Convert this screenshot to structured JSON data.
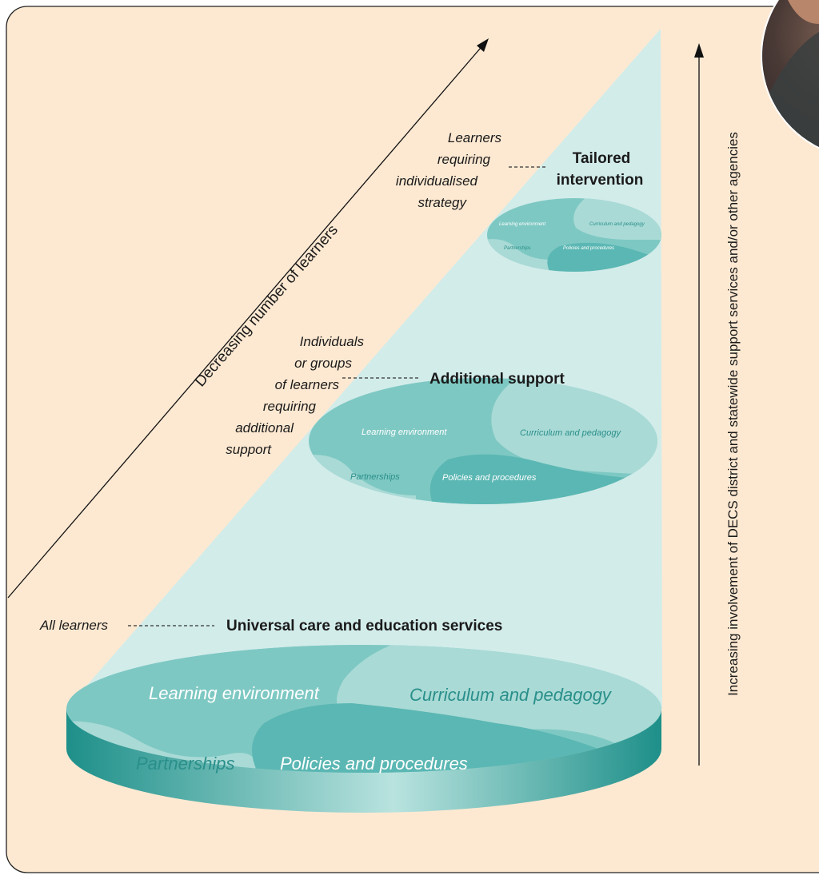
{
  "levels": {
    "top": {
      "learners": [
        "Learners",
        "requiring",
        "individualised",
        "strategy"
      ],
      "support": [
        "Tailored",
        "intervention"
      ]
    },
    "middle": {
      "learners": [
        "Individuals",
        "or groups",
        "of learners",
        "requiring",
        "additional",
        "support"
      ],
      "support": "Additional support"
    },
    "base": {
      "learners": "All learners",
      "support": "Universal care and education services"
    }
  },
  "zones": {
    "learning_environment": "Learning environment",
    "curriculum_pedagogy": "Curriculum and pedagogy",
    "partnerships": "Partnerships",
    "policies_procedures": "Policies and procedures"
  },
  "axes": {
    "decreasing": "Decreasing number of learners",
    "increasing": "Increasing involvement of DECS district and statewide support services and/or other agencies"
  },
  "colors": {
    "background": "#fde9d2",
    "cone": "#d2ecea",
    "teal_dark": "#5bb7b3",
    "teal_mid": "#7ec8c3",
    "teal_light": "#a9dad6",
    "rim": "#2a9b95"
  }
}
